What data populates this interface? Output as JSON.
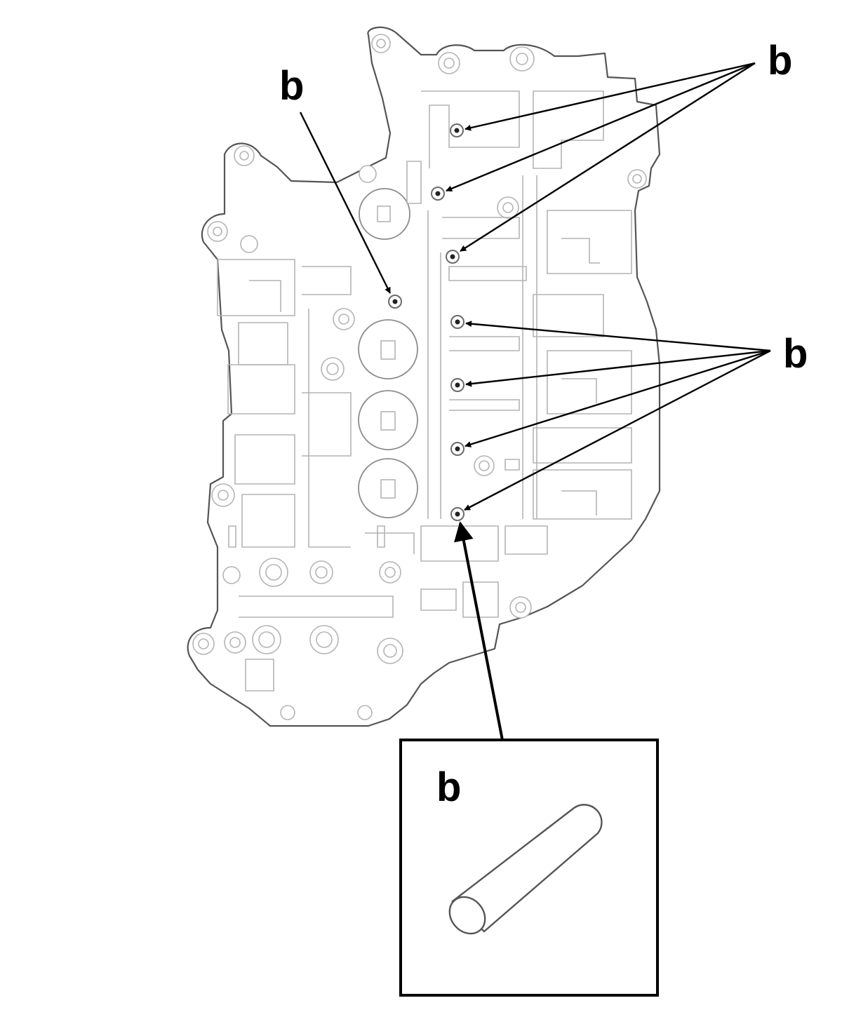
{
  "callouts": {
    "top_left": "b",
    "top_right": "b",
    "middle_right": "b",
    "inset": "b"
  },
  "colors": {
    "line": "#000000",
    "outline": "#555555",
    "detail": "#b4b4b4"
  },
  "icons": {
    "dowel_pin": "dowel-pin-icon"
  }
}
